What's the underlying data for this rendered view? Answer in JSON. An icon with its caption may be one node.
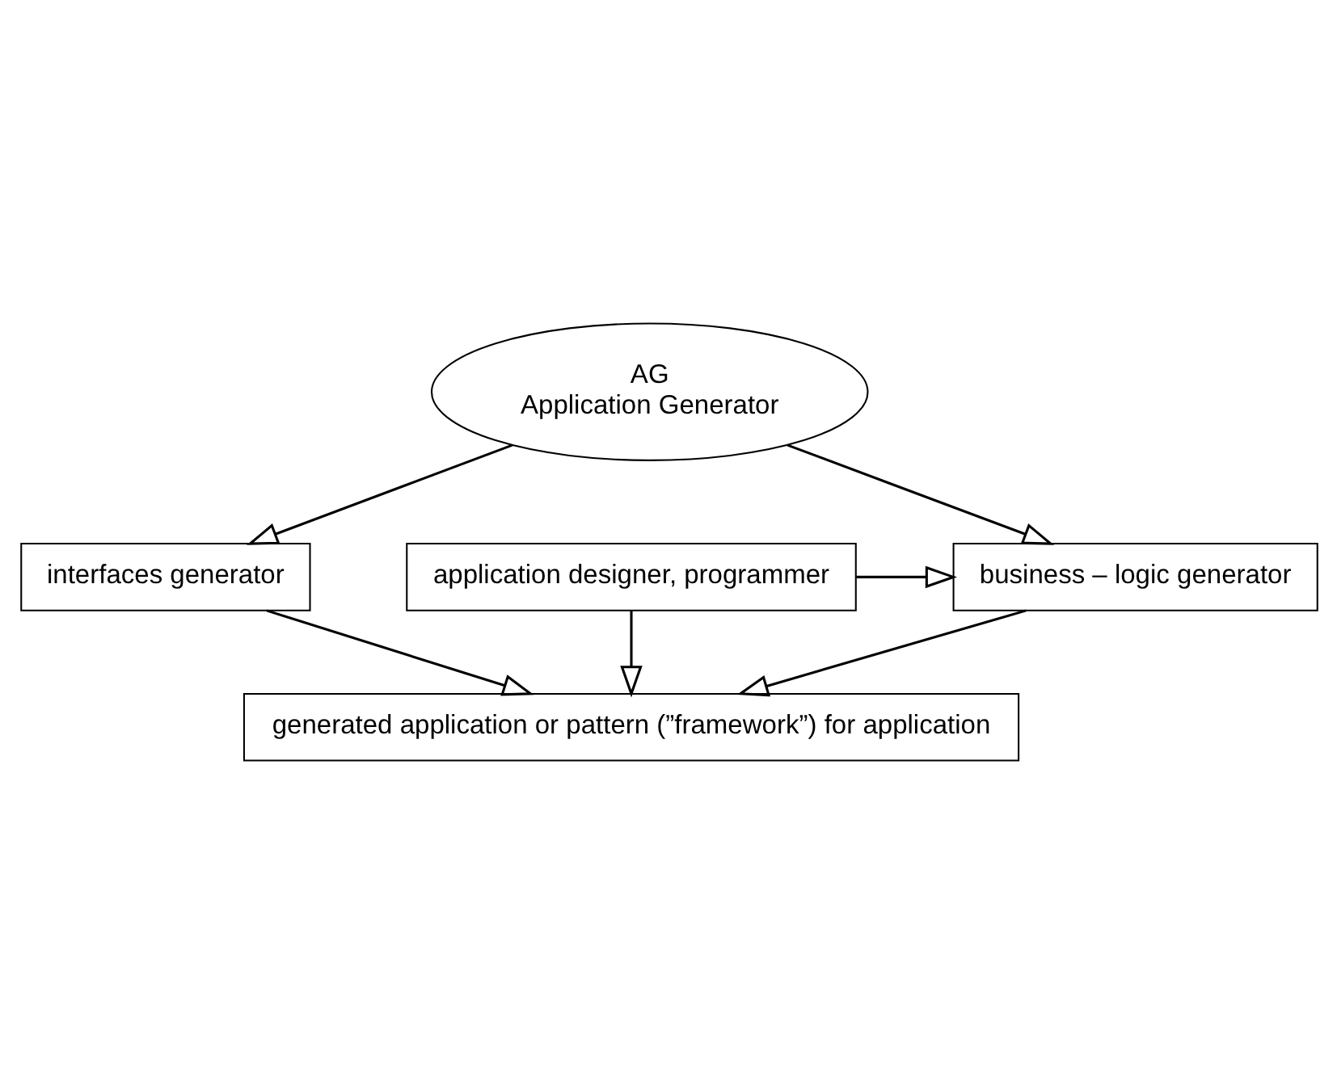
{
  "diagram": {
    "nodes": [
      {
        "text": [
          "AG",
          "Application Generator"
        ]
      },
      {
        "text": [
          "interfaces generator"
        ]
      },
      {
        "text": [
          "business – logic generator"
        ]
      },
      {
        "text": [
          "application designer, programmer"
        ]
      },
      {
        "text": [
          "generated application or pattern (”framework”) for application"
        ]
      }
    ],
    "edges": [
      {
        "from": 0,
        "to": 1,
        "arrow": "to"
      },
      {
        "from": 0,
        "to": 2,
        "arrow": "to"
      },
      {
        "from": 3,
        "to": 2,
        "arrow": "to"
      },
      {
        "from": 1,
        "to": 4,
        "arrow": "to"
      },
      {
        "from": 2,
        "to": 4,
        "arrow": "to"
      },
      {
        "from": 3,
        "to": 4,
        "arrow": "to"
      }
    ]
  }
}
